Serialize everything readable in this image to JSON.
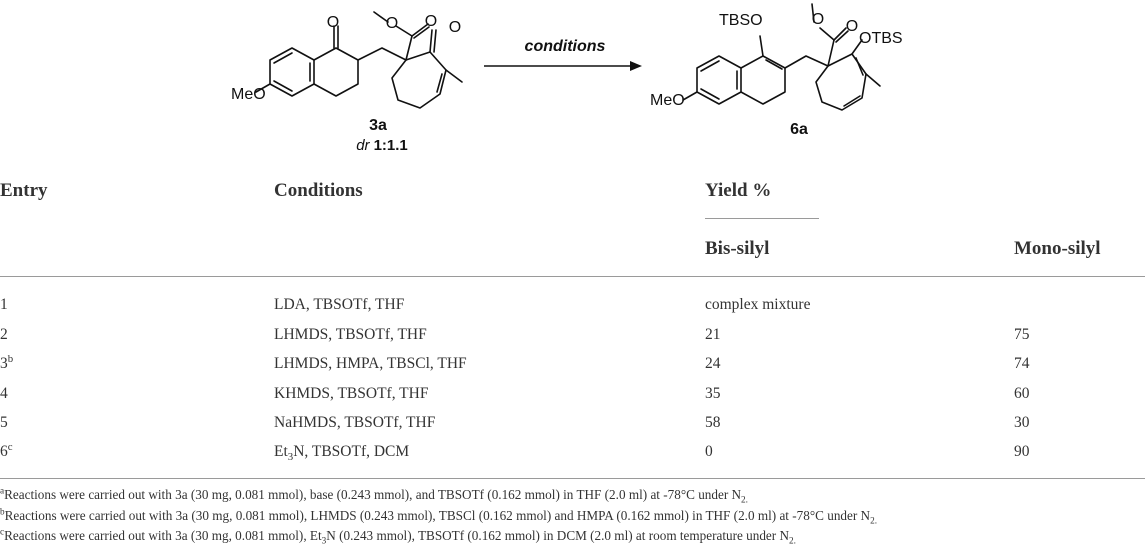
{
  "scheme": {
    "reactant": {
      "label": "3a",
      "dr_prefix": "dr",
      "dr_value": "1:1.1",
      "groups": [
        "MeO",
        "O",
        "O",
        "O",
        "O"
      ]
    },
    "arrow_label": "conditions",
    "product": {
      "label": "6a",
      "groups": [
        "TBSO",
        "OTBS",
        "MeO",
        "O",
        "O"
      ]
    }
  },
  "table": {
    "headers": {
      "entry": "Entry",
      "conditions": "Conditions",
      "yield": "Yield %",
      "bis": "Bis-silyl",
      "mono": "Mono-silyl"
    },
    "rows": [
      {
        "entry": "1",
        "sup": "",
        "conditions": "LDA, TBSOTf, THF",
        "bis": "complex mixture",
        "mono": ""
      },
      {
        "entry": "2",
        "sup": "",
        "conditions": "LHMDS, TBSOTf, THF",
        "bis": "21",
        "mono": "75"
      },
      {
        "entry": "3",
        "sup": "b",
        "conditions": "LHMDS, HMPA, TBSCl, THF",
        "bis": "24",
        "mono": "74"
      },
      {
        "entry": "4",
        "sup": "",
        "conditions": "KHMDS, TBSOTf, THF",
        "bis": "35",
        "mono": "60"
      },
      {
        "entry": "5",
        "sup": "",
        "conditions": "NaHMDS, TBSOTf, THF",
        "bis": "58",
        "mono": "30"
      },
      {
        "entry": "6",
        "sup": "c",
        "conditions_pre": "Et",
        "conditions_sub": "3",
        "conditions_post": "N, TBSOTf, DCM",
        "bis": "0",
        "mono": "90"
      }
    ]
  },
  "footnotes": [
    {
      "mark": "a",
      "text_pre": "Reactions were carried out with 3a (30 mg, 0.081 mmol), base (0.243 mmol), and TBSOTf (0.162 mmol) in THF (2.0 ml) at -78°C under N",
      "sub": "2."
    },
    {
      "mark": "b",
      "text_pre": "Reactions were carried out with 3a (30 mg, 0.081 mmol), LHMDS (0.243 mmol), TBSCl (0.162 mmol) and HMPA (0.162 mmol) in THF (2.0 ml) at -78°C under N",
      "sub": "2."
    },
    {
      "mark": "c",
      "text_pre": "Reactions were carried out with 3a (30 mg, 0.081 mmol), Et",
      "sub1": "3",
      "text_mid": "N (0.243 mmol), TBSOTf (0.162 mmol) in DCM (2.0 ml) at room temperature under N",
      "sub": "2."
    }
  ]
}
